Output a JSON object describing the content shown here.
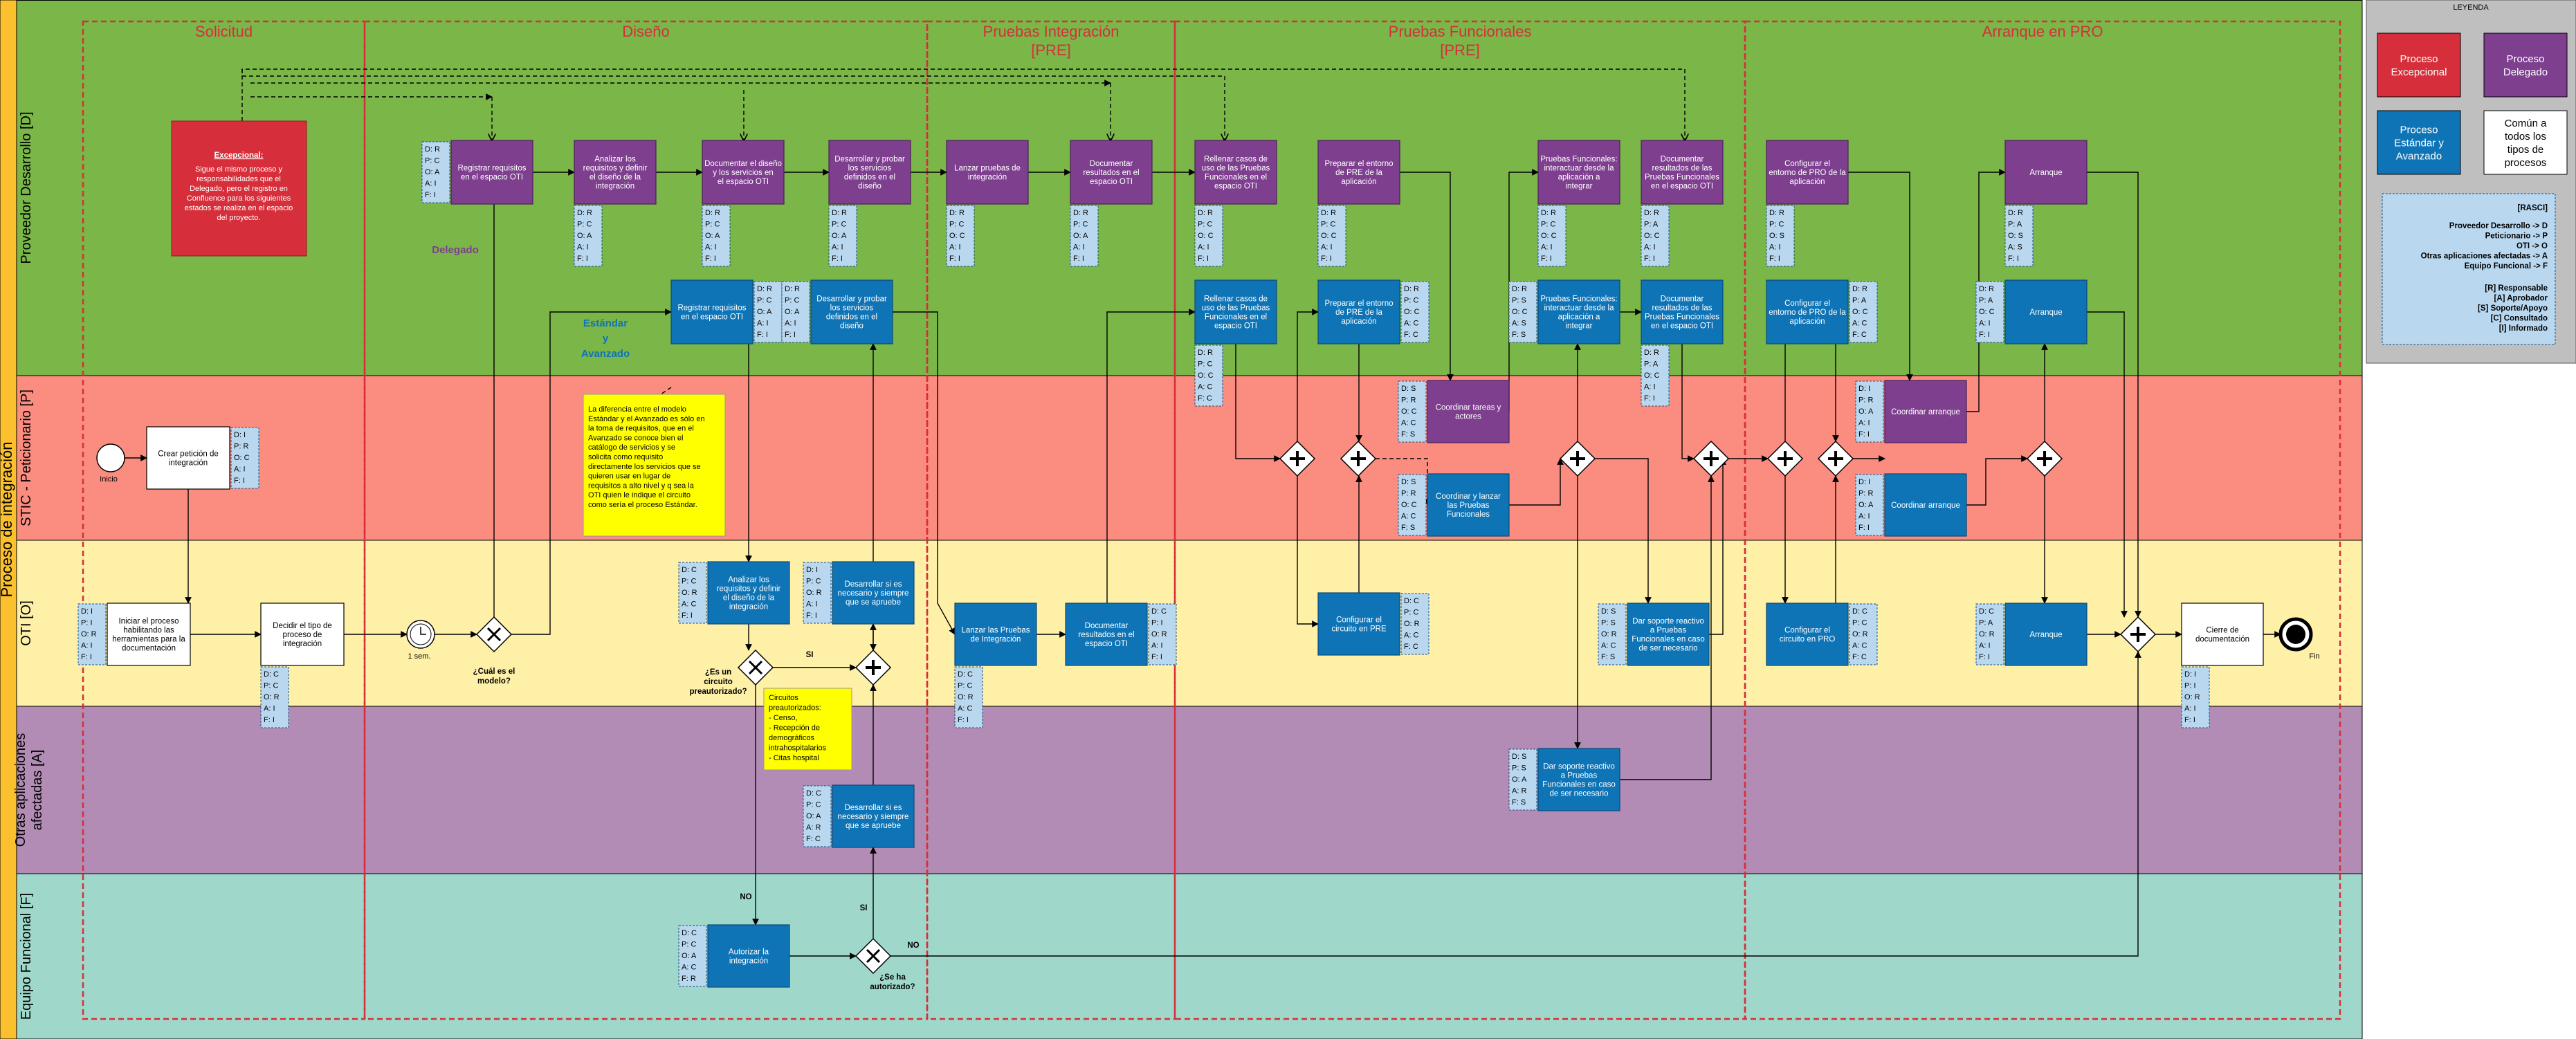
{
  "pool": {
    "title": "Proceso de integración"
  },
  "lanes": [
    {
      "key": "pd",
      "label": "Proveedor Desarrollo [D]"
    },
    {
      "key": "stic",
      "label": "STIC - Peticionario [P]"
    },
    {
      "key": "oti",
      "label": "OTI [O]"
    },
    {
      "key": "otras",
      "label": "Otras aplicaciones afectadas [A]"
    },
    {
      "key": "ef",
      "label": "Equipo Funcional [F]"
    }
  ],
  "phases": [
    {
      "label": "Solicitud",
      "sub": ""
    },
    {
      "label": "Diseño",
      "sub": ""
    },
    {
      "label": "Pruebas Integración",
      "sub": "[PRE]"
    },
    {
      "label": "Pruebas Funcionales",
      "sub": "[PRE]"
    },
    {
      "label": "Arranque en PRO",
      "sub": ""
    }
  ],
  "colors": {
    "pd": "#7ab648",
    "stic": "#fb8c80",
    "oti": "#fff0a8",
    "otras": "#b28cb4",
    "ef": "#9fd8cb",
    "purple": "#7e3f8f",
    "blue": "#0f74b6",
    "red": "#d62f3b",
    "raci": "#b9d8f0",
    "note": "#ffff00",
    "phase": "#d62f3b"
  },
  "tasks": [
    {
      "id": "t_crear",
      "text": "Crear petición de integración",
      "style": "white",
      "raci": "D: I|P: R|O: C|A: I|F: I"
    },
    {
      "id": "t_iniciar",
      "text": "Iniciar el proceso habilitando las herramientas para la documentación",
      "style": "white",
      "raci": "D: I|P: I|O: R|A: I|F: I"
    },
    {
      "id": "t_decidir",
      "text": "Decidir el tipo de proceso de integración",
      "style": "white",
      "raci": "D: C|P: C|O: R|A: I|F: I"
    },
    {
      "id": "t_reg_d",
      "text": "Registrar requisitos en el espacio OTI",
      "style": "purple",
      "raci": "D: R|P: C|O: A|A: I|F: I"
    },
    {
      "id": "t_anal_d",
      "text": "Analizar los requisitos y definir el diseño de la integración",
      "style": "purple",
      "raci": "D: R|P: C|O: A|A: I|F: I"
    },
    {
      "id": "t_doc_d",
      "text": "Documentar el diseño y los servicios en el espacio OTI",
      "style": "purple",
      "raci": "D: R|P: C|O: A|A: I|F: I"
    },
    {
      "id": "t_des_d",
      "text": "Desarrollar y probar los servicios definidos en el diseño",
      "style": "purple",
      "raci": "D: R|P: C|O: A|A: I|F: I"
    },
    {
      "id": "t_lan_d",
      "text": "Lanzar pruebas de integración",
      "style": "purple",
      "raci": "D: R|P: C|O: C|A: I|F: I"
    },
    {
      "id": "t_docres_d",
      "text": "Documentar resultados en el espacio OTI",
      "style": "purple",
      "raci": "D: R|P: C|O: A|A: I|F: I"
    },
    {
      "id": "t_rell_d",
      "text": "Rellenar casos de uso de las Pruebas Funcionales en el espacio OTI",
      "style": "purple",
      "raci": "D: R|P: C|O: C|A: I|F: I"
    },
    {
      "id": "t_prep_d",
      "text": "Preparar el entorno de PRE de la aplicación",
      "style": "purple",
      "raci": "D: R|P: C|O: C|A: I|F: I"
    },
    {
      "id": "t_pfint_d",
      "text": "Pruebas Funcionales: interactuar desde la aplicación a integrar",
      "style": "purple",
      "raci": "D: R|P: C|O: C|A: I|F: I"
    },
    {
      "id": "t_docpf_d",
      "text": "Documentar resultados de las Pruebas Funcionales en el espacio OTI",
      "style": "purple",
      "raci": "D: R|P: A|O: C|A: I|F: I"
    },
    {
      "id": "t_conf_d",
      "text": "Configurar el entorno de PRO de la aplicación",
      "style": "purple",
      "raci": "D: R|P: C|O: S|A: I|F: I"
    },
    {
      "id": "t_arr_d",
      "text": "Arranque",
      "style": "purple",
      "raci": "D: R|P: A|O: S|A: S|F: I"
    },
    {
      "id": "t_reg_s",
      "text": "Registrar requisitos en el espacio OTI",
      "style": "blue",
      "raci": "D: R|P: C|O: A|A: I|F: I"
    },
    {
      "id": "t_des_s",
      "text": "Desarrollar y probar los servicios definidos en el diseño",
      "style": "blue",
      "raci": "D: R|P: C|O: A|A: I|F: I"
    },
    {
      "id": "t_rell_s",
      "text": "Rellenar casos de uso de las Pruebas Funcionales en el espacio OTI",
      "style": "blue",
      "raci": "D: R|P: C|O: C|A: C|F: C"
    },
    {
      "id": "t_prep_s",
      "text": "Preparar el entorno de PRE de la aplicación",
      "style": "blue",
      "raci": "D: R|P: C|O: C|A: C|F: C"
    },
    {
      "id": "t_pfint_s",
      "text": "Pruebas Funcionales: interactuar desde la aplicación a integrar",
      "style": "blue",
      "raci": "D: R|P: S|O: C|A: S|F: S"
    },
    {
      "id": "t_docpf_s",
      "text": "Documentar resultados de las Pruebas Funcionales en el espacio OTI",
      "style": "blue",
      "raci": "D: R|P: A|O: C|A: I|F: I"
    },
    {
      "id": "t_conf_s",
      "text": "Configurar el entorno de PRO de la aplicación",
      "style": "blue",
      "raci": "D: R|P: A|O: C|A: C|F: C"
    },
    {
      "id": "t_arr_s",
      "text": "Arranque",
      "style": "blue",
      "raci": "D: R|P: A|O: C|A: I|F: I"
    },
    {
      "id": "t_coord_tar",
      "text": "Coordinar tareas y actores",
      "style": "purple",
      "raci": "D: S|P: R|O: C|A: C|F: S"
    },
    {
      "id": "t_coord_lan",
      "text": "Coordinar y lanzar las Pruebas Funcionales",
      "style": "blue",
      "raci": "D: S|P: R|O: C|A: C|F: S"
    },
    {
      "id": "t_coord_arr1",
      "text": "Coordinar arranque",
      "style": "purple",
      "raci": "D: I|P: R|O: A|A: I|F: I"
    },
    {
      "id": "t_coord_arr2",
      "text": "Coordinar arranque",
      "style": "blue",
      "raci": "D: I|P: R|O: A|A: I|F: I"
    },
    {
      "id": "t_anal_o",
      "text": "Analizar los requisitos y definir el diseño de la integración",
      "style": "blue",
      "raci": "D: C|P: C|O: R|A: C|F: I"
    },
    {
      "id": "t_dessi_o",
      "text": "Desarrollar si es necesario y siempre que se apruebe",
      "style": "blue",
      "raci": "D: I|P: C|O: R|A: I|F: I"
    },
    {
      "id": "t_lan_o",
      "text": "Lanzar las Pruebas de Integración",
      "style": "blue",
      "raci": "D: C|P: C|O: R|A: C|F: I"
    },
    {
      "id": "t_docres_o",
      "text": "Documentar resultados en el espacio OTI",
      "style": "blue",
      "raci": "D: C|P: I|O: R|A: I|F: I"
    },
    {
      "id": "t_confpre_o",
      "text": "Configurar el circuito en PRE",
      "style": "blue",
      "raci": "D: C|P: C|O: R|A: C|F: C"
    },
    {
      "id": "t_soporte_o",
      "text": "Dar soporte reactivo a Pruebas Funcionales en caso de ser necesario",
      "style": "blue",
      "raci": "D: S|P: S|O: R|A: C|F: S"
    },
    {
      "id": "t_confpro_o",
      "text": "Configurar el circuito en PRO",
      "style": "blue",
      "raci": "D: C|P: C|O: R|A: C|F: C"
    },
    {
      "id": "t_arr_o",
      "text": "Arranque",
      "style": "blue",
      "raci": "D: C|P: A|O: R|A: I|F: I"
    },
    {
      "id": "t_cierre",
      "text": "Cierre de documentación",
      "style": "white",
      "raci": "D: I|P: I|O: R|A: I|F: I"
    },
    {
      "id": "t_dessi_a",
      "text": "Desarrollar si es necesario y siempre que se apruebe",
      "style": "blue",
      "raci": "D: C|P: C|O: A|A: R|F: C"
    },
    {
      "id": "t_soporte_a",
      "text": "Dar soporte reactivo a Pruebas Funcionales en caso de ser necesario",
      "style": "blue",
      "raci": "D: S|P: S|O: A|A: R|F: S"
    },
    {
      "id": "t_autorizar",
      "text": "Autorizar la integración",
      "style": "blue",
      "raci": "D: C|P: C|O: A|A: C|F: R"
    }
  ],
  "excepcional": {
    "title": "Excepcional:",
    "lines": [
      "Sigue el mismo proceso y responsabilidades que el",
      "Delegado",
      "pero el registro en Confluence para los siguientes estados se realiza en el espacio del proyecto."
    ]
  },
  "notes": {
    "modelo": "La diferencia entre el modelo Estándar y el Avanzado es sólo en la toma de requisitos, que en el Avanzado se conoce bien el catálogo de servicios y se solicita como requisito directamente los servicios que se quieren usar en lugar de requisitos a alto nivel y q sea la OTI quien le indique el circuito como sería el proceso Estándar.",
    "circuitos": [
      "Circuitos preautorizados:",
      "- Censo,",
      "- Recepción de demográficos intrahospitalarios",
      "- Citas hospital"
    ]
  },
  "labels": {
    "delegado": "Delegado",
    "estandar": [
      "Estándar",
      "y",
      "Avanzado"
    ],
    "inicio": "Inicio",
    "fin": "Fin",
    "timer": "1 sem.",
    "gw_modelo": [
      "¿Cuál es el",
      "modelo?"
    ],
    "gw_circuito": [
      "¿Es un",
      "circuito",
      "preautorizado?"
    ],
    "gw_autorizado": [
      "¿Se ha",
      "autorizado?"
    ],
    "si": "SI",
    "no": "NO"
  },
  "legend": {
    "title": "LEYENDA",
    "items": [
      {
        "text": "Proceso Excepcional",
        "style": "red"
      },
      {
        "text": "Proceso Delegado",
        "style": "purple"
      },
      {
        "text": "Proceso Estándar y Avanzado",
        "style": "blue"
      },
      {
        "text": "Común a todos los tipos de procesos",
        "style": "white"
      }
    ],
    "rasci_title": "[RASCI]",
    "rasci_roles": [
      "Proveedor Desarrollo -> D",
      "Peticionario -> P",
      "OTI -> O",
      "Otras aplicaciones afectadas -> A",
      "Equipo Funcional -> F"
    ],
    "rasci_codes": [
      "[R] Responsable",
      "[A] Aprobador",
      "[S] Soporte/Apoyo",
      "[C] Consultado",
      "[I] Informado"
    ]
  }
}
